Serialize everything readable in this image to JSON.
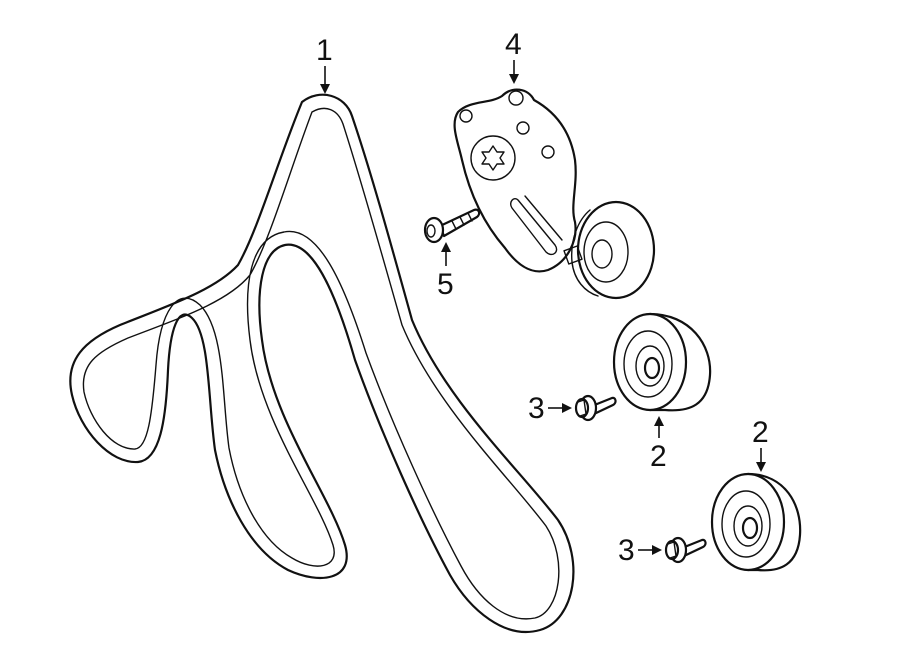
{
  "callouts": {
    "c1": "1",
    "c2a": "2",
    "c2b": "2",
    "c3a": "3",
    "c3b": "3",
    "c4": "4",
    "c5": "5"
  }
}
